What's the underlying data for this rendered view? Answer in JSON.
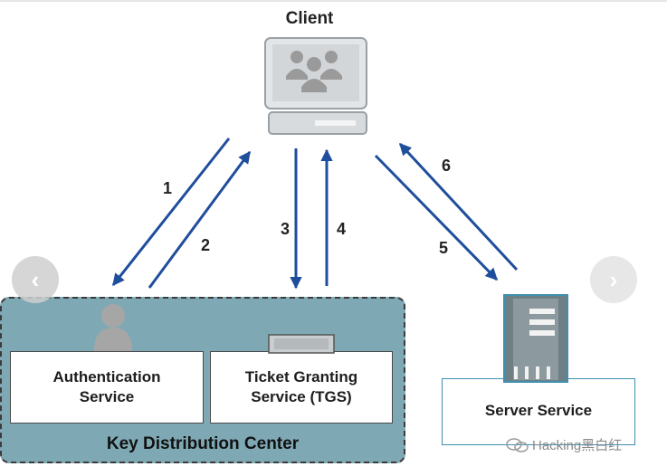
{
  "diagram": {
    "client_label": "Client",
    "kdc_label": "Key Distribution Center",
    "auth_service": [
      "Authentication",
      "Service"
    ],
    "tgs_service": [
      "Ticket Granting",
      "Service (TGS)"
    ],
    "server_service": "Server Service",
    "steps": [
      "1",
      "2",
      "3",
      "4",
      "5",
      "6"
    ],
    "colors": {
      "arrow": "#1f4e9c",
      "kdc_fill": "#7ea9b4",
      "server_frame": "#3f8fb0",
      "server_body": "#6f7f86",
      "client_screen": "#d9dde0",
      "icon_gray": "#a6a6a6"
    }
  },
  "nav": {
    "prev_icon": "chevron-left-icon",
    "next_icon": "chevron-right-icon",
    "prev_glyph": "‹",
    "next_glyph": "›"
  },
  "watermark": {
    "text": "Hacking黑白红",
    "icon": "wechat-icon"
  }
}
